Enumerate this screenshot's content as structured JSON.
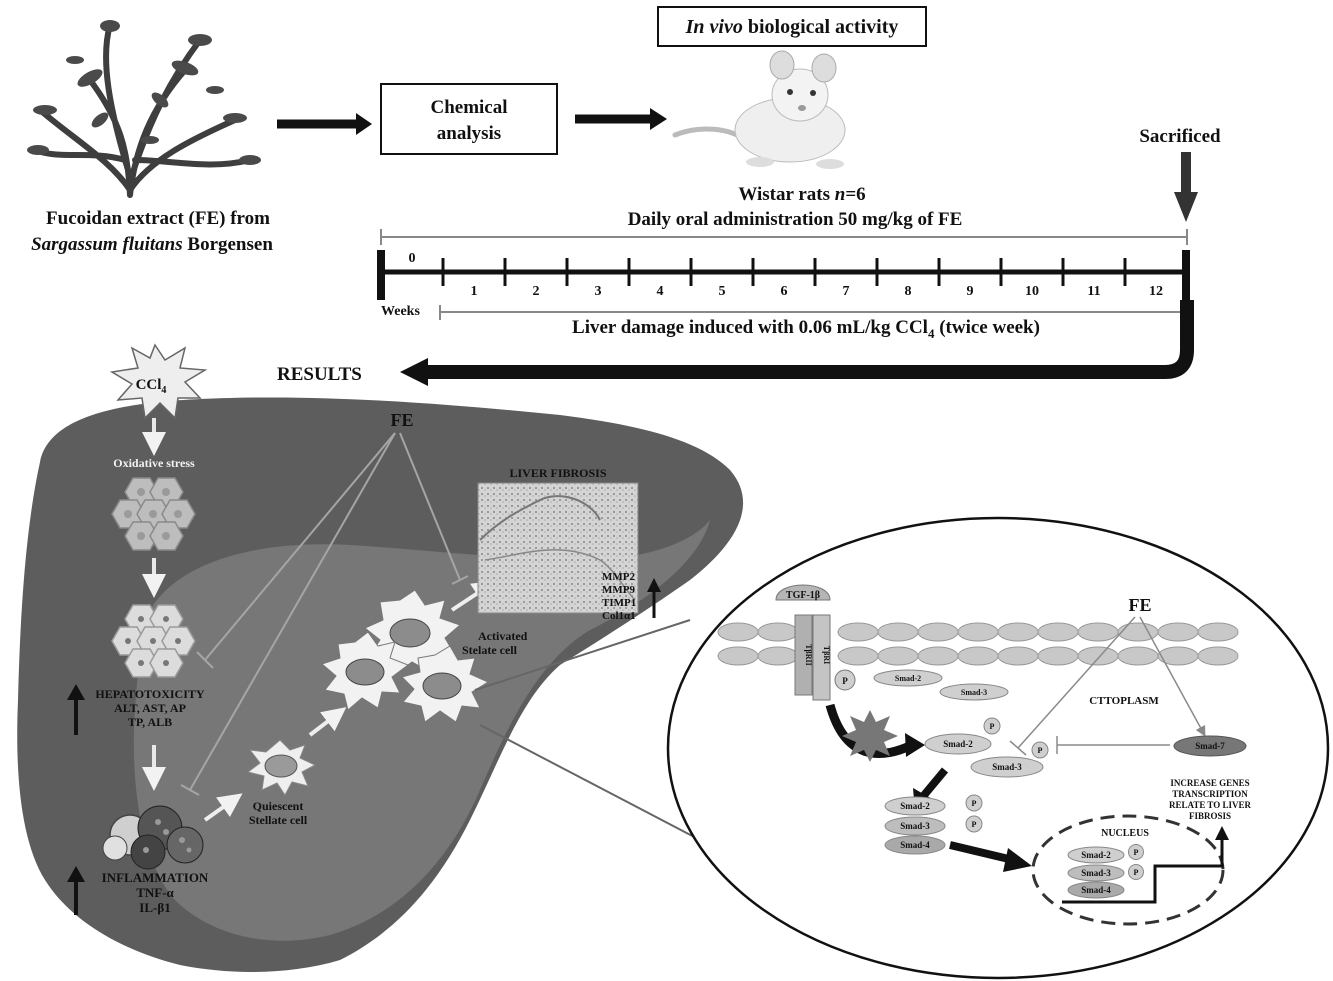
{
  "header": {
    "source_line1": "Fucoidan extract (FE) from",
    "source_line2_species": "Sargassum fluitans",
    "source_line2_rest": " Borgensen",
    "chemical_analysis_line1": "Chemical",
    "chemical_analysis_line2": "analysis",
    "in_vivo_italic": "In vivo",
    "in_vivo_rest": " biological activity",
    "rats_label": "Wistar rats ",
    "rats_n": "n",
    "rats_count": "=6",
    "dosing_label": "Daily oral administration 50 mg/kg of FE",
    "sacrificed_label": "Sacrificed"
  },
  "timeline": {
    "weeks_label": "Weeks",
    "week_numbers": [
      "0",
      "1",
      "2",
      "3",
      "4",
      "5",
      "6",
      "7",
      "8",
      "9",
      "10",
      "11",
      "12"
    ],
    "ccl4_text": "Liver damage induced with 0.06 mL/kg CCl",
    "ccl4_sub": "4",
    "ccl4_suffix": "  (twice week)"
  },
  "results_label": "RESULTS",
  "pathway": {
    "ccl4_main": "CCl",
    "ccl4_sub": "4",
    "oxidative_stress": "Oxidative stress",
    "hepatotoxicity_lines": [
      "HEPATOTOXICITY",
      "ALT, AST, AP",
      "TP, ALB"
    ],
    "inflammation_lines": [
      "INFLAMMATION",
      "TNF-α",
      "IL-β1"
    ],
    "quiescent_lines": [
      "Quiescent",
      "Stellate cell"
    ],
    "activated_lines": [
      "Activated",
      "Stelate cell"
    ],
    "fe_label": "FE",
    "liver_fibrosis": "LIVER FIBROSIS",
    "fibrosis_markers": [
      "MMP2",
      "MMP9",
      "TIMP1",
      "Col1α1"
    ]
  },
  "signaling": {
    "tgf": "TGF-1β",
    "receptor_ii": "TβRII",
    "receptor_i": "TβRI",
    "fe_label": "FE",
    "p": "P",
    "smad2": "Smad-2",
    "smad3": "Smad-3",
    "smad4": "Smad-4",
    "smad7": "Smad-7",
    "cytoplasm": "CTTOPLASM",
    "nucleus": "NUCLEUS",
    "increase_lines": [
      "INCREASE GENES",
      "TRANSCRIPTION",
      "RELATE TO LIVER",
      "FIBROSIS"
    ]
  },
  "colors": {
    "liver_dark": "#5a5a5a",
    "liver_mid": "#7b7b7b",
    "membrane": "#c8c8c8",
    "arrow_black": "#111111",
    "inhibit_line": "#9a9a9a"
  }
}
